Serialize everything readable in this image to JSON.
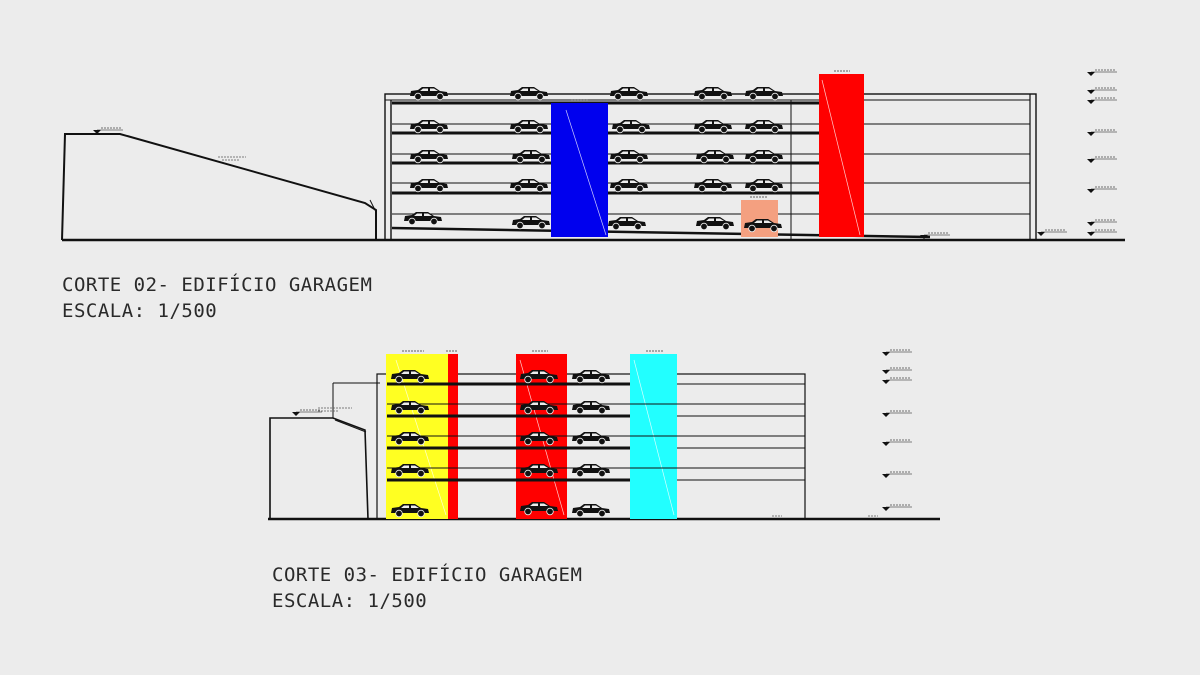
{
  "section_02": {
    "title": "CORTE 02- EDIFÍCIO GARAGEM",
    "scale": "ESCALA: 1/500",
    "colors": {
      "blue_block": "#0000ee",
      "red_block": "#ff0000",
      "salmon_block": "#f4a080"
    }
  },
  "section_03": {
    "title": "CORTE 03- EDIFÍCIO GARAGEM",
    "scale": "ESCALA: 1/500",
    "colors": {
      "yellow_block": "#ffff22",
      "red_block": "#ff0000",
      "cyan_block": "#22ffff"
    }
  },
  "icons": {
    "car": "car-icon",
    "level_marker": "level-marker-icon"
  }
}
